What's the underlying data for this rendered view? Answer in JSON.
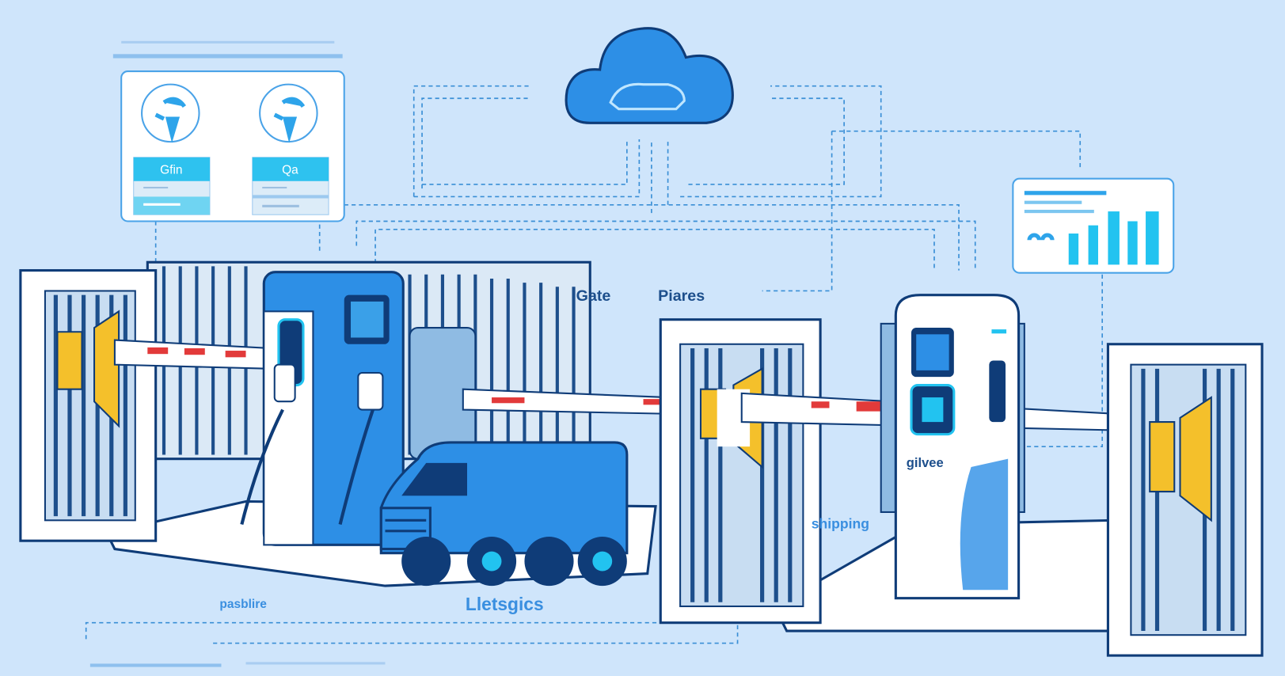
{
  "labels": {
    "gate": "Gate",
    "piares": "Piares",
    "pump_brand": "gilvee",
    "passblire": "pasblire",
    "logistics": "Lletsgics",
    "shipping": "shipping",
    "card_left_title": "Gfin",
    "card_right_title": "Qa"
  },
  "colors": {
    "background": "#cfe5fb",
    "accent_blue": "#2d8fe6",
    "dark_navy": "#0f3c78",
    "cyan": "#22c3f0",
    "barrier_yellow": "#f4c02b",
    "barrier_red": "#e23a3a"
  }
}
